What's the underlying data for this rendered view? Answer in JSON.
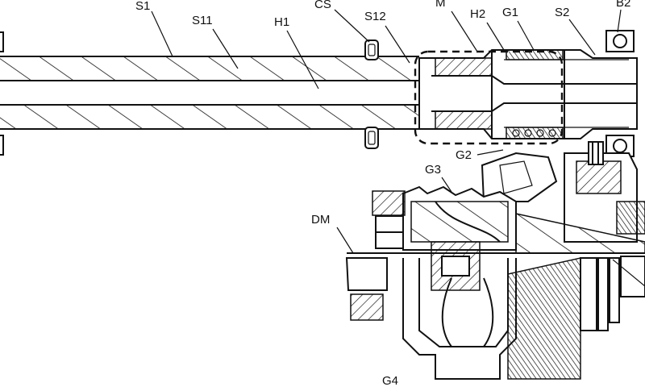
{
  "labels": {
    "s1": "S1",
    "s11": "S11",
    "h1": "H1",
    "cs": "CS",
    "s12": "S12",
    "m": "M",
    "h2": "H2",
    "g1": "G1",
    "s2": "S2",
    "b2": "B2",
    "g2": "G2",
    "g3": "G3",
    "dm": "DM",
    "g4": "G4"
  }
}
